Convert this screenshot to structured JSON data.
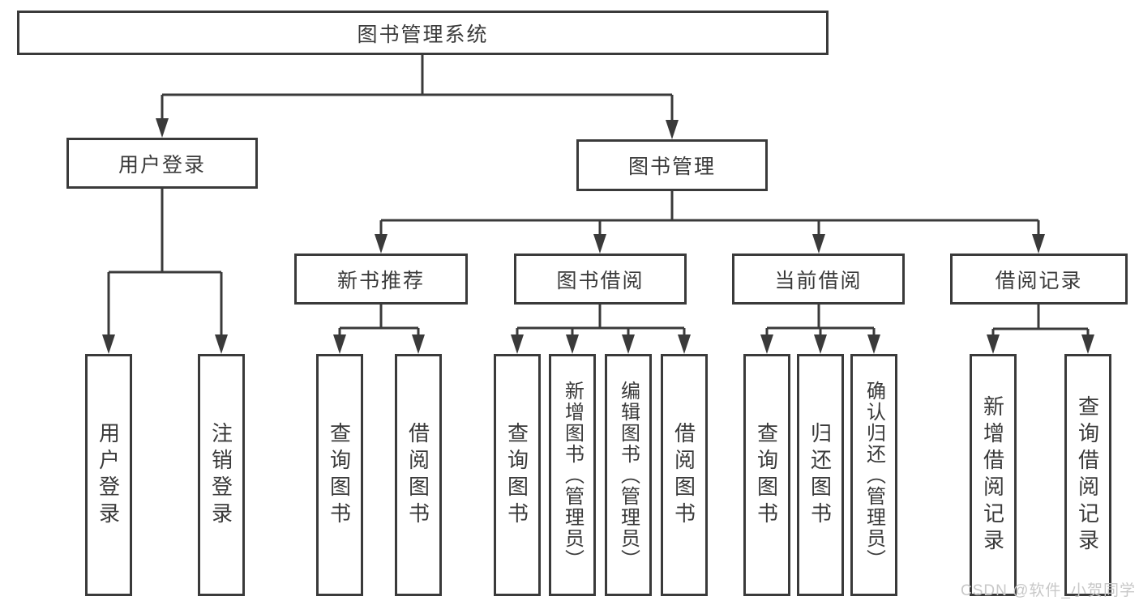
{
  "tree": {
    "label": "图书管理系统",
    "children": [
      {
        "label": "用户登录",
        "children": [
          {
            "label": "用户登录"
          },
          {
            "label": "注销登录"
          }
        ]
      },
      {
        "label": "图书管理",
        "children": [
          {
            "label": "新书推荐",
            "children": [
              {
                "label": "查询图书"
              },
              {
                "label": "借阅图书"
              }
            ]
          },
          {
            "label": "图书借阅",
            "children": [
              {
                "label": "查询图书"
              },
              {
                "label": "新增图书（管理员）"
              },
              {
                "label": "编辑图书（管理员）"
              },
              {
                "label": "借阅图书"
              }
            ]
          },
          {
            "label": "当前借阅",
            "children": [
              {
                "label": "查询图书"
              },
              {
                "label": "归还图书"
              },
              {
                "label": "确认归还（管理员）"
              }
            ]
          },
          {
            "label": "借阅记录",
            "children": [
              {
                "label": "新增借阅记录"
              },
              {
                "label": "查询借阅记录"
              }
            ]
          }
        ]
      }
    ]
  },
  "watermark": {
    "text": "CSDN @软件_小贺同学"
  },
  "colors": {
    "line": "#3a3a3a",
    "text": "#3a3a3a",
    "background": "#ffffff",
    "watermark": "#c8c8c8"
  }
}
